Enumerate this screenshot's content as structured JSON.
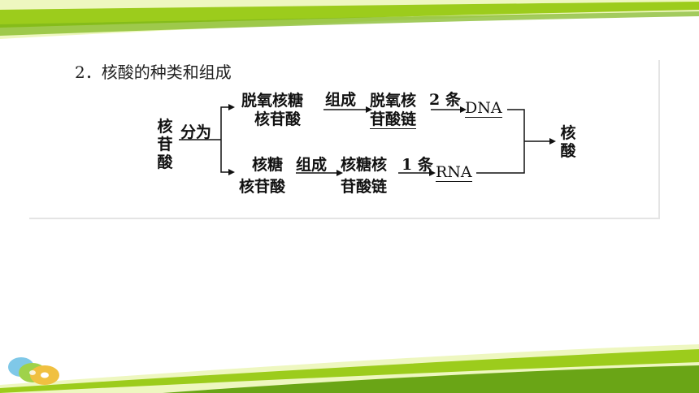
{
  "heading": {
    "number": "2．",
    "text": "核酸的种类和组成"
  },
  "diagram": {
    "source": "核苷酸",
    "split_label": "分为",
    "dna_branch": {
      "line1": "脱氧核糖",
      "line2": "核苷酸",
      "form_label": "组成",
      "chain_line1": "脱氧核",
      "chain_line2": "苷酸链",
      "count_label": "2 条",
      "product": "DNA"
    },
    "rna_branch": {
      "line1": "核糖",
      "line2": "核苷酸",
      "form_label": "组成",
      "chain_line1": "核糖核",
      "chain_line2": "苷酸链",
      "count_label": "1 条",
      "product": "RNA"
    },
    "result": "核酸"
  },
  "colors": {
    "band_light": "#eef7c0",
    "band_green": "#9ccc1c",
    "band_dark": "#6aa516",
    "frame": "#c8c8c8"
  }
}
